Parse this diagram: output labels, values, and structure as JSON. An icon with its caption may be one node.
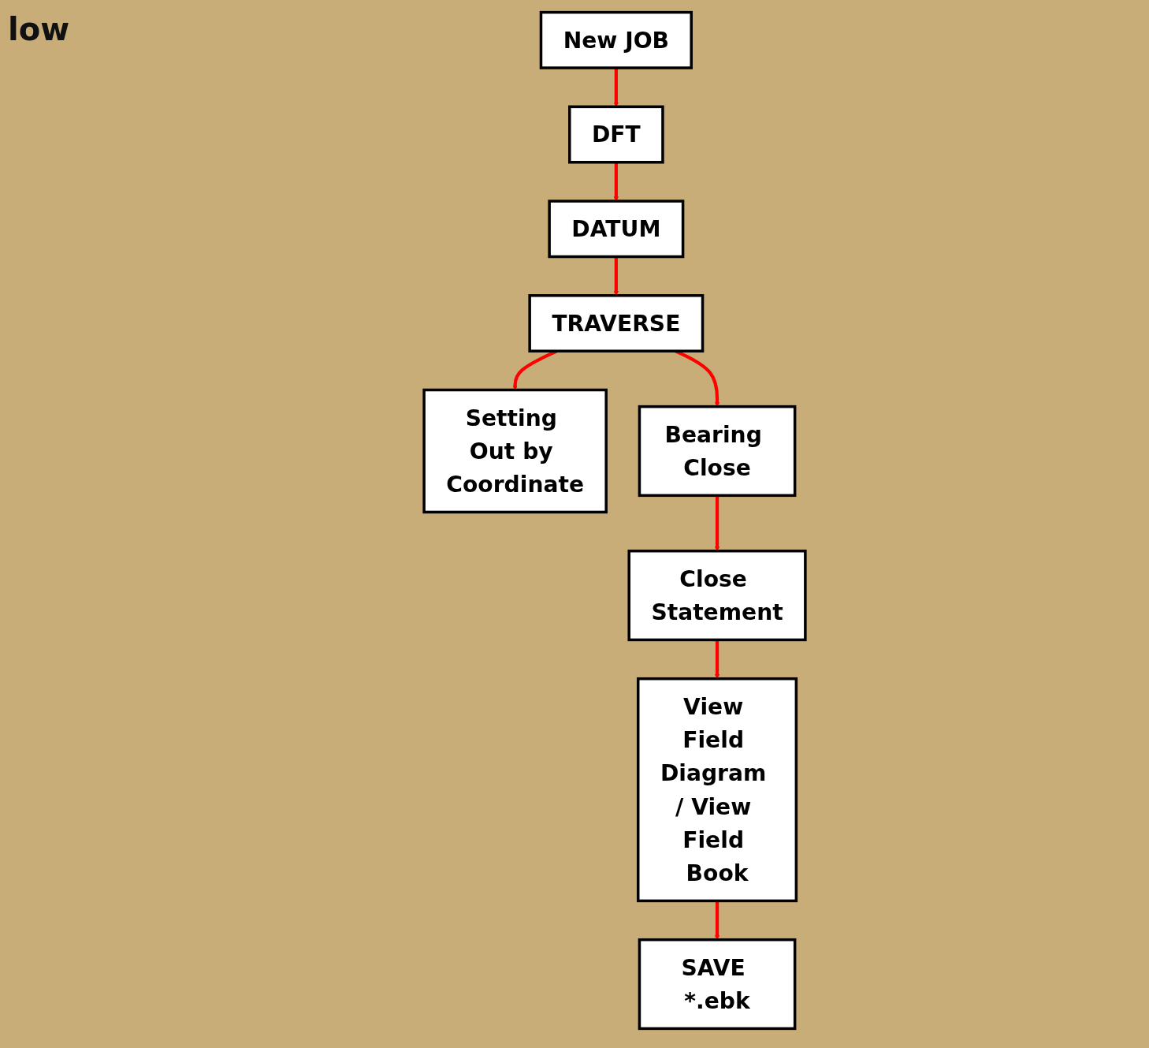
{
  "diagram": {
    "title": "low",
    "nodes": [
      {
        "text": [
          "New JOB"
        ]
      },
      {
        "text": [
          "DFT"
        ]
      },
      {
        "text": [
          "DATUM"
        ]
      },
      {
        "text": [
          "TRAVERSE"
        ]
      },
      {
        "text": [
          "Setting Out by Coordinate"
        ]
      },
      {
        "text": [
          "Bearing Close"
        ]
      },
      {
        "text": [
          "Close Statement"
        ]
      },
      {
        "text": [
          "View Field Diagram / View Field Book"
        ]
      },
      {
        "text": [
          "SAVE *.ebk"
        ]
      }
    ],
    "edges": [
      {
        "from": 0,
        "to": 1,
        "arrow": "to"
      },
      {
        "from": 1,
        "to": 2,
        "arrow": "to"
      },
      {
        "from": 2,
        "to": 3,
        "arrow": "to"
      },
      {
        "from": 3,
        "to": 4,
        "arrow": "to"
      },
      {
        "from": 3,
        "to": 5,
        "arrow": "to"
      },
      {
        "from": 5,
        "to": 6,
        "arrow": "to"
      },
      {
        "from": 6,
        "to": 7,
        "arrow": "to"
      },
      {
        "from": 7,
        "to": 8,
        "arrow": "to"
      }
    ]
  }
}
